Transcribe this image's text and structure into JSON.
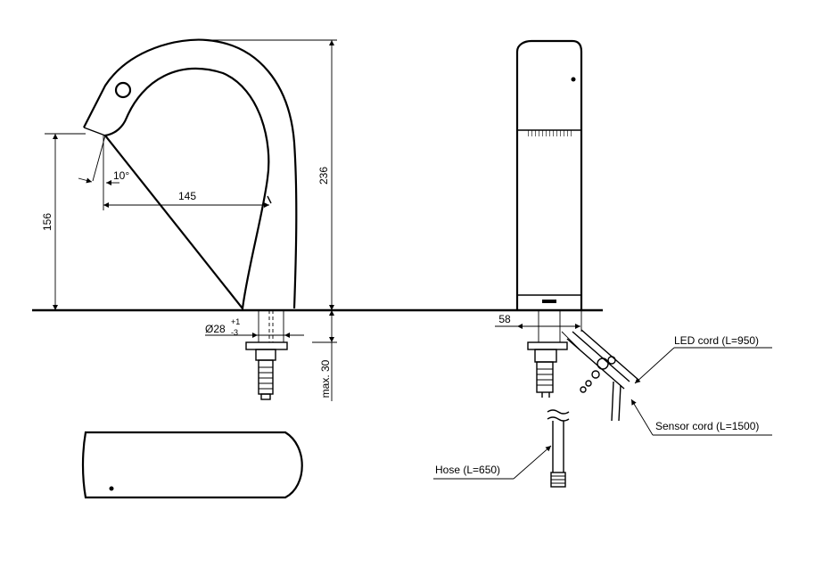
{
  "dimensions": {
    "total_height": "236",
    "spout_height": "156",
    "reach": "145",
    "spout_angle": "10°",
    "hole_diameter": "Ø28",
    "hole_tol_upper": "+1",
    "hole_tol_lower": "-3",
    "max_thickness": "max. 30",
    "offset": "58"
  },
  "callouts": {
    "led_cord": "LED cord (L=950)",
    "sensor_cord": "Sensor cord (L=1500)",
    "hose": "Hose (L=650)"
  }
}
